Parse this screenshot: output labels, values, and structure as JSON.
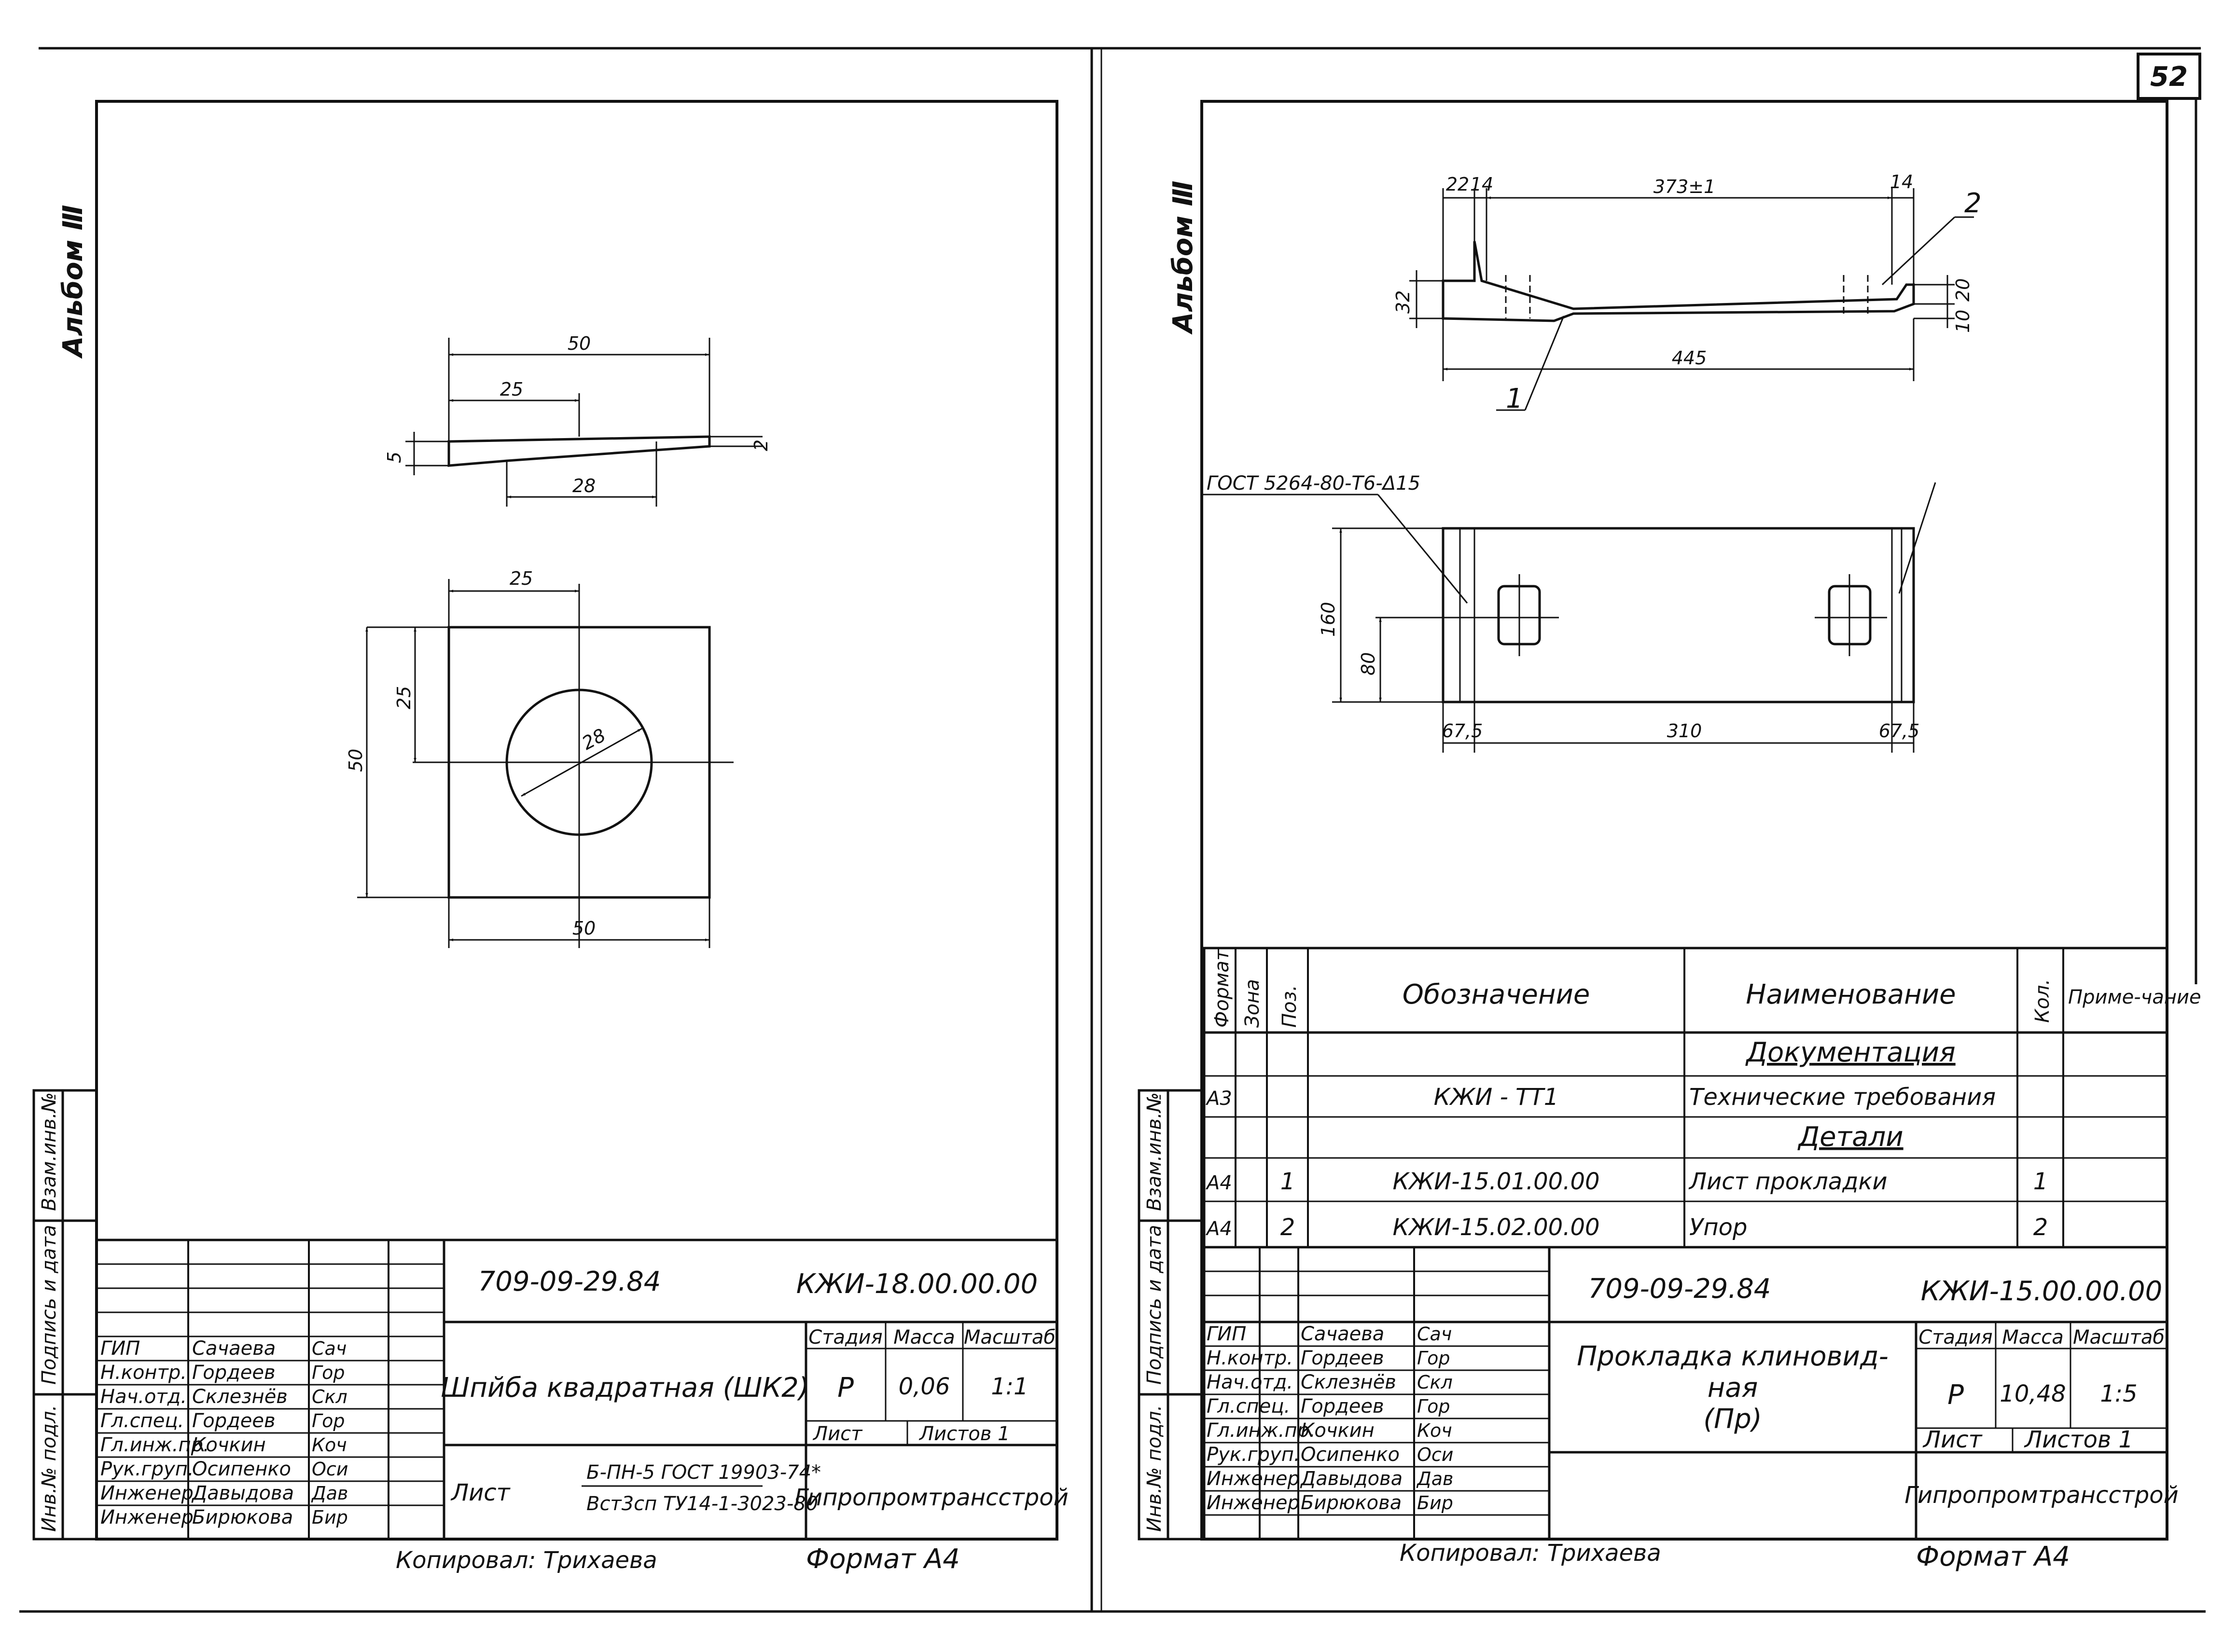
{
  "page_number": "52",
  "left_sheet": {
    "album": "Альбом Ⅲ",
    "side_stamp": [
      "Инв.№ подл.",
      "Подпись и дата",
      "Взам.инв.№"
    ],
    "dims": {
      "top_length": "50",
      "top_half": "25",
      "top_bottom": "28",
      "top_thick": "5",
      "top_thin": "2",
      "plan_half_h": "25",
      "plan_half_v": "25",
      "plan_v": "50",
      "plan_h": "50",
      "hole_d": "28"
    },
    "title_block": {
      "doc_number": "709-09-29.84",
      "doc_code": "КЖИ-18.00.00.00",
      "name": "Шпйба квадратная (ШК2)",
      "stage_label": "Стадия",
      "mass_label": "Масса",
      "scale_label": "Масштаб",
      "stage": "Р",
      "mass": "0,06",
      "scale": "1:1",
      "sheet_label": "Лист",
      "sheets_label": "Листов 1",
      "material_prefix": "Лист",
      "material_top": "Б-ПН-5 ГОСТ 19903-74*",
      "material_bottom": "Вст3сп ТУ14-1-3023-80",
      "org": "Гипропромтрансстрой",
      "staff": [
        {
          "role": "ГИП",
          "name": "Сачаева",
          "sign": "Сач"
        },
        {
          "role": "Н.контр.",
          "name": "Гордеев",
          "sign": "Гор"
        },
        {
          "role": "Нач.отд.",
          "name": "Склезнёв",
          "sign": "Скл"
        },
        {
          "role": "Гл.спец.",
          "name": "Гордеев",
          "sign": "Гор"
        },
        {
          "role": "Гл.инж.пр.",
          "name": "Кочкин",
          "sign": "Коч"
        },
        {
          "role": "Рук.груп.",
          "name": "Осипенко",
          "sign": "Оси"
        },
        {
          "role": "Инженер",
          "name": "Давыдова",
          "sign": "Дав"
        },
        {
          "role": "Инженер",
          "name": "Бирюкова",
          "sign": "Бир"
        }
      ]
    },
    "copied": "Копировал: Трихаева",
    "format": "Формат А4"
  },
  "right_sheet": {
    "album": "Альбом Ⅲ",
    "side_stamp": [
      "Инв.№ подл.",
      "Подпись и дата",
      "Взам.инв.№"
    ],
    "dims": {
      "top_22": "22",
      "top_14a": "14",
      "top_span": "373±1",
      "top_14b": "14",
      "callout_2": "2",
      "h_32": "32",
      "h_20": "20",
      "h_10": "10",
      "total": "445",
      "callout_1": "1",
      "weld": "ГОСТ 5264-80-Т6-Δ15",
      "plan_h": "160",
      "plan_half": "80",
      "plan_left": "67,5",
      "plan_mid": "310",
      "plan_right": "67,5"
    },
    "spec": {
      "headers": {
        "format": "Формат",
        "zone": "Зона",
        "pos": "Поз.",
        "designation": "Обозначение",
        "name": "Наименование",
        "qty": "Кол.",
        "note": "Приме-чание"
      },
      "rows": [
        {
          "format": "",
          "pos": "",
          "designation": "",
          "name": "Документация",
          "qty": "",
          "section": true
        },
        {
          "format": "А3",
          "pos": "",
          "designation": "КЖИ - ТТ1",
          "name": "Технические требования",
          "qty": "",
          "section": false
        },
        {
          "format": "",
          "pos": "",
          "designation": "",
          "name": "Детали",
          "qty": "",
          "section": true
        },
        {
          "format": "А4",
          "pos": "1",
          "designation": "КЖИ-15.01.00.00",
          "name": "Лист прокладки",
          "qty": "1",
          "section": false
        },
        {
          "format": "А4",
          "pos": "2",
          "designation": "КЖИ-15.02.00.00",
          "name": "Упор",
          "qty": "2",
          "section": false
        }
      ]
    },
    "title_block": {
      "doc_number": "709-09-29.84",
      "doc_code": "КЖИ-15.00.00.00",
      "name_1": "Прокладка клиновид-",
      "name_2": "ная",
      "name_3": "(Пр)",
      "stage_label": "Стадия",
      "mass_label": "Масса",
      "scale_label": "Масштаб",
      "stage": "Р",
      "mass": "10,48",
      "scale": "1:5",
      "sheet_label": "Лист",
      "sheets_label": "Листов 1",
      "org": "Гипропромтрансстрой",
      "staff": [
        {
          "role": "ГИП",
          "name": "Сачаева",
          "sign": "Сач"
        },
        {
          "role": "Н.контр.",
          "name": "Гордеев",
          "sign": "Гор"
        },
        {
          "role": "Нач.отд.",
          "name": "Склезнёв",
          "sign": "Скл"
        },
        {
          "role": "Гл.спец.",
          "name": "Гордеев",
          "sign": "Гор"
        },
        {
          "role": "Гл.инж.пр.",
          "name": "Кочкин",
          "sign": "Коч"
        },
        {
          "role": "Рук.груп.",
          "name": "Осипенко",
          "sign": "Оси"
        },
        {
          "role": "Инженер",
          "name": "Давыдова",
          "sign": "Дав"
        },
        {
          "role": "Инженер",
          "name": "Бирюкова",
          "sign": "Бир"
        }
      ]
    },
    "copied": "Копировал: Трихаева",
    "format": "Формат А4"
  }
}
